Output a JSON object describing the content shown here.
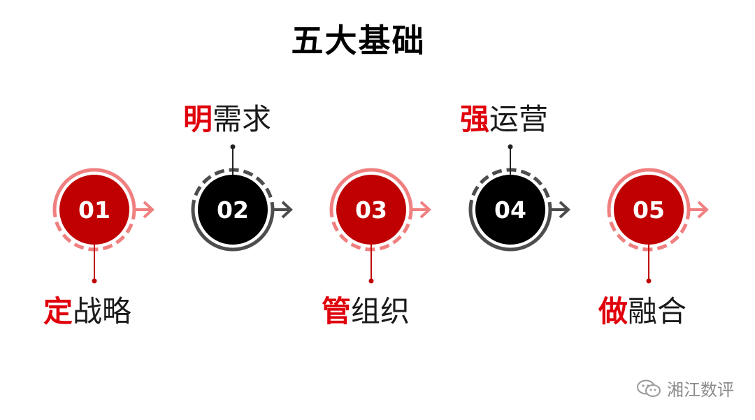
{
  "title": "五大基础",
  "steps": [
    {
      "number": "01",
      "first_char": "定",
      "rest": "战略",
      "color": "#c00000",
      "ring": "#f08080",
      "label_pos": "below"
    },
    {
      "number": "02",
      "first_char": "明",
      "rest": "需求",
      "color": "#000000",
      "ring": "#4d4d4d",
      "label_pos": "above"
    },
    {
      "number": "03",
      "first_char": "管",
      "rest": "组织",
      "color": "#c00000",
      "ring": "#f08080",
      "label_pos": "below"
    },
    {
      "number": "04",
      "first_char": "强",
      "rest": "运营",
      "color": "#000000",
      "ring": "#4d4d4d",
      "label_pos": "above"
    },
    {
      "number": "05",
      "first_char": "做",
      "rest": "融合",
      "color": "#c00000",
      "ring": "#f08080",
      "label_pos": "below"
    }
  ],
  "watermark": {
    "text": "湘江数评",
    "icon": "wechat-icon"
  }
}
